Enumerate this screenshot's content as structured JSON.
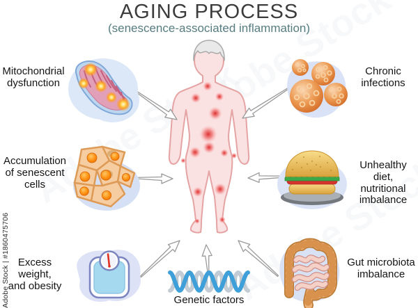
{
  "title": "AGING PROCESS",
  "subtitle": "(senescence-associated inflammation)",
  "factors": [
    {
      "id": "mitochondrial-dysfunction",
      "label": "Mitochondrial\ndysfunction",
      "icon": "mitochondrion-icon",
      "side": "top-left"
    },
    {
      "id": "chronic-infections",
      "label": "Chronic\ninfections",
      "icon": "virus-icon",
      "side": "top-right"
    },
    {
      "id": "senescent-cells",
      "label": "Accumulation\nof senescent\ncells",
      "icon": "senescent-cells-icon",
      "side": "mid-left"
    },
    {
      "id": "unhealthy-diet",
      "label": "Unhealthy diet,\nnutritional\nimbalance",
      "icon": "hamburger-icon",
      "side": "mid-right"
    },
    {
      "id": "excess-weight",
      "label": "Excess weight,\nand obesity",
      "icon": "weight-scale-icon",
      "side": "bottom-left"
    },
    {
      "id": "gut-microbiota",
      "label": "Gut microbiota\nimbalance",
      "icon": "intestine-icon",
      "side": "bottom-right"
    },
    {
      "id": "genetic-factors",
      "label": "Genetic factors",
      "icon": "dna-icon",
      "side": "bottom-center"
    }
  ],
  "center_figure": {
    "icon": "aging-man-inflammation-icon"
  },
  "watermark": {
    "text": "Adobe Stock | #1860475706",
    "brand": "Adobe Stock",
    "id": "#1860475706"
  },
  "colors": {
    "title": "#3c3c3c",
    "subtitle": "#567c80",
    "inflammation_red": "#e03535",
    "body_fill": "#fbe2e2",
    "body_stroke": "#e5a3a3",
    "blob_blue": "#dbe5f6",
    "arrow_stroke": "#9a9a9a"
  }
}
